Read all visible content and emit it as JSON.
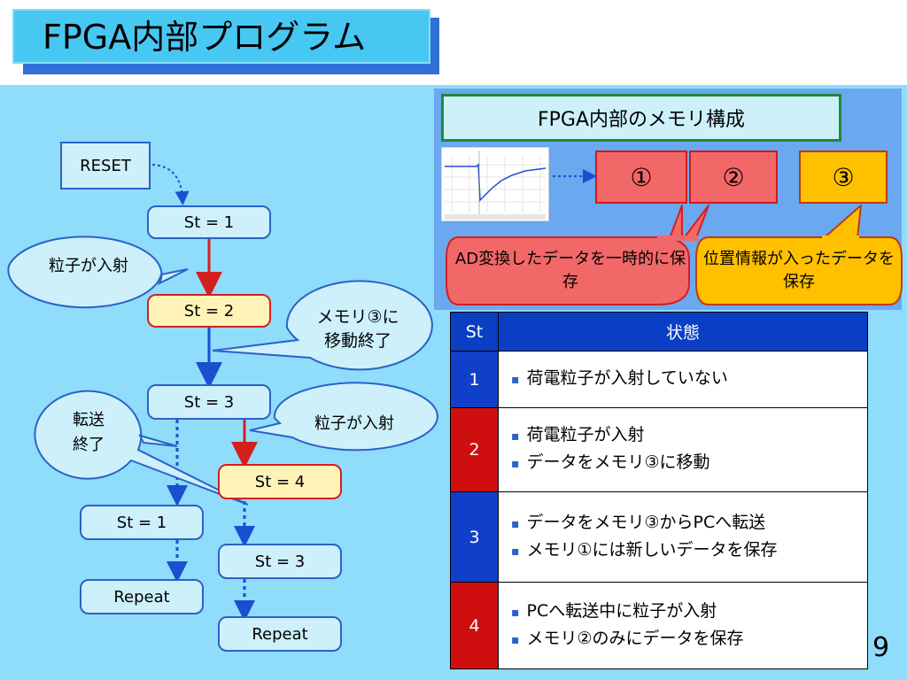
{
  "slide": {
    "title": "FPGA内部プログラム",
    "page_number": "9"
  },
  "memory_panel": {
    "title": "FPGA内部のメモリ構成",
    "memories": [
      "①",
      "②",
      "③"
    ],
    "callout_ad": "AD変換したデータを一時的に保存",
    "callout_position": "位置情報が入ったデータを保存"
  },
  "flow": {
    "reset": "RESET",
    "st1": "St = 1",
    "st2": "St = 2",
    "st3": "St = 3",
    "st4": "St = 4",
    "st1b": "St = 1",
    "st3b": "St = 3",
    "repeat_left": "Repeat",
    "repeat_right": "Repeat",
    "callout_particle_1": "粒子が入射",
    "callout_move_line1": "メモリ③に",
    "callout_move_line2": "移動終了",
    "callout_transfer_line1": "転送",
    "callout_transfer_line2": "終了",
    "callout_particle_2": "粒子が入射"
  },
  "state_table": {
    "headers": [
      "St",
      "状態"
    ],
    "rows": [
      {
        "st": "1",
        "color": "blue",
        "lines": [
          "荷電粒子が入射していない"
        ]
      },
      {
        "st": "2",
        "color": "red",
        "lines": [
          "荷電粒子が入射",
          "データをメモリ③に移動"
        ]
      },
      {
        "st": "3",
        "color": "blue",
        "lines": [
          "データをメモリ③からPCへ転送",
          "メモリ①には新しいデータを保存"
        ]
      },
      {
        "st": "4",
        "color": "red",
        "lines": [
          "PCへ転送中に粒子が入射",
          "メモリ②のみにデータを保存"
        ]
      }
    ]
  },
  "colors": {
    "background": "#8fdcfb",
    "title_bar": "#47c8f3",
    "flow_red": "#d51f1f",
    "flow_blue": "#1a4fd0",
    "table_header": "#0a3fc4"
  }
}
